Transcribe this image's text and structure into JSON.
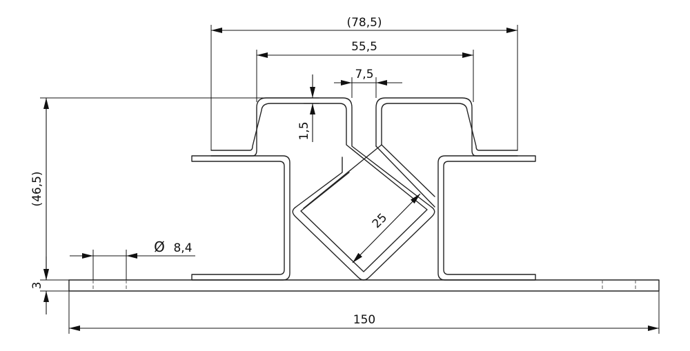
{
  "dimensions": {
    "outer_width": "(78,5)",
    "inner_width": "55,5",
    "gap": "7,5",
    "thickness": "1,5",
    "height": "(46,5)",
    "diagonal": "25",
    "hole_diameter_symbol": "Ø",
    "hole_diameter": "8,4",
    "base_thickness": "3",
    "base_length": "150"
  }
}
